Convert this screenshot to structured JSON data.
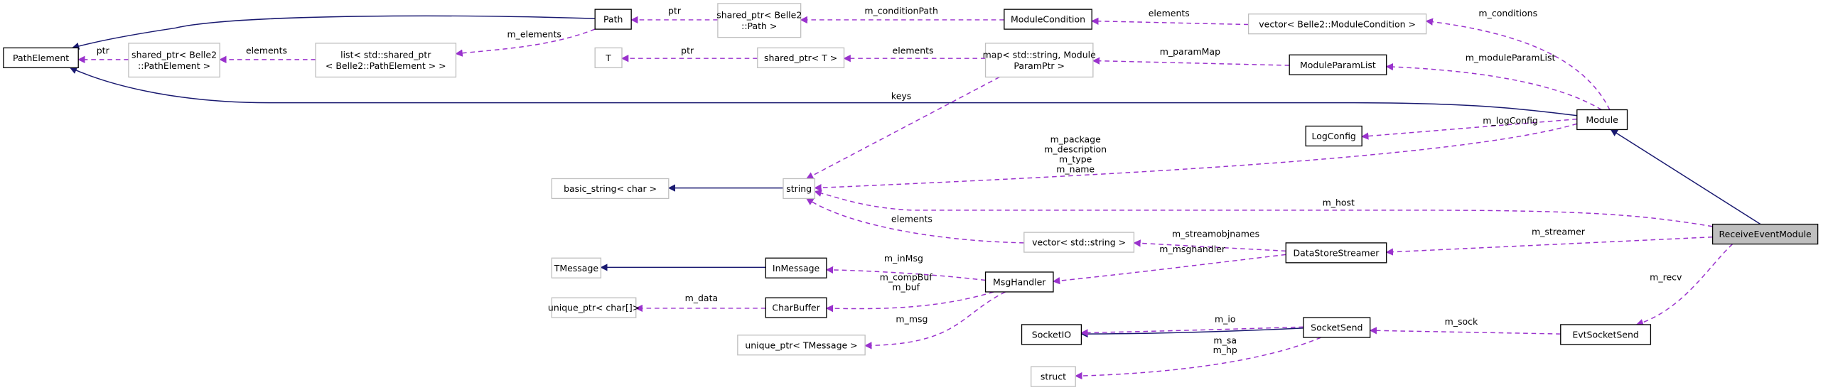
{
  "colors": {
    "inheritance_edge": "#191970",
    "usage_edge": "#9a32cd",
    "documented_border": "#000000",
    "external_border": "#bfbfbf",
    "focus_fill": "#bfbfbf",
    "node_fill": "#ffffff"
  },
  "nodes": [
    {
      "id": "PathElement",
      "label": [
        "PathElement"
      ],
      "kind": "documented"
    },
    {
      "id": "Path",
      "label": [
        "Path"
      ],
      "kind": "documented"
    },
    {
      "id": "sp_Path",
      "label": [
        "shared_ptr< Belle2",
        "::Path >"
      ],
      "kind": "external"
    },
    {
      "id": "ModuleCondition",
      "label": [
        "ModuleCondition"
      ],
      "kind": "documented"
    },
    {
      "id": "vec_MC",
      "label": [
        "vector< Belle2::ModuleCondition >"
      ],
      "kind": "external"
    },
    {
      "id": "sp_PE",
      "label": [
        "shared_ptr< Belle2",
        "::PathElement >"
      ],
      "kind": "external"
    },
    {
      "id": "list_PE",
      "label": [
        "list< std::shared_ptr",
        "< Belle2::PathElement > >"
      ],
      "kind": "external"
    },
    {
      "id": "T",
      "label": [
        "T"
      ],
      "kind": "external"
    },
    {
      "id": "sp_T",
      "label": [
        "shared_ptr< T >"
      ],
      "kind": "external"
    },
    {
      "id": "map",
      "label": [
        "map< std::string, Module",
        "ParamPtr >"
      ],
      "kind": "external"
    },
    {
      "id": "ModuleParamList",
      "label": [
        "ModuleParamList"
      ],
      "kind": "documented"
    },
    {
      "id": "Module",
      "label": [
        "Module"
      ],
      "kind": "documented"
    },
    {
      "id": "LogConfig",
      "label": [
        "LogConfig"
      ],
      "kind": "documented"
    },
    {
      "id": "basic_string",
      "label": [
        "basic_string< char >"
      ],
      "kind": "external"
    },
    {
      "id": "string",
      "label": [
        "string"
      ],
      "kind": "external"
    },
    {
      "id": "ReceiveEventModule",
      "label": [
        "ReceiveEventModule"
      ],
      "kind": "focus"
    },
    {
      "id": "vec_str",
      "label": [
        "vector< std::string >"
      ],
      "kind": "external"
    },
    {
      "id": "DataStoreStreamer",
      "label": [
        "DataStoreStreamer"
      ],
      "kind": "documented"
    },
    {
      "id": "TMessage",
      "label": [
        "TMessage"
      ],
      "kind": "external"
    },
    {
      "id": "InMessage",
      "label": [
        "InMessage"
      ],
      "kind": "documented"
    },
    {
      "id": "MsgHandler",
      "label": [
        "MsgHandler"
      ],
      "kind": "documented"
    },
    {
      "id": "up_char",
      "label": [
        "unique_ptr< char[]>"
      ],
      "kind": "external"
    },
    {
      "id": "CharBuffer",
      "label": [
        "CharBuffer"
      ],
      "kind": "documented"
    },
    {
      "id": "up_TMessage",
      "label": [
        "unique_ptr< TMessage >"
      ],
      "kind": "external"
    },
    {
      "id": "SocketIO",
      "label": [
        "SocketIO"
      ],
      "kind": "documented"
    },
    {
      "id": "SocketSend",
      "label": [
        "SocketSend"
      ],
      "kind": "documented"
    },
    {
      "id": "EvtSocketSend",
      "label": [
        "EvtSocketSend"
      ],
      "kind": "documented"
    },
    {
      "id": "struct",
      "label": [
        "struct"
      ],
      "kind": "external"
    }
  ],
  "edges": [
    {
      "id": "e_path_pe",
      "from": "Path",
      "to": "PathElement",
      "type": "inheritance",
      "label": []
    },
    {
      "id": "e_module_pe",
      "from": "Module",
      "to": "PathElement",
      "type": "inheritance",
      "label": []
    },
    {
      "id": "e_string_bs",
      "from": "string",
      "to": "basic_string",
      "type": "inheritance",
      "label": []
    },
    {
      "id": "e_rem_module",
      "from": "ReceiveEventModule",
      "to": "Module",
      "type": "inheritance",
      "label": []
    },
    {
      "id": "e_inmsg_tmsg",
      "from": "InMessage",
      "to": "TMessage",
      "type": "inheritance",
      "label": []
    },
    {
      "id": "e_ss_sio_inh",
      "from": "SocketSend",
      "to": "SocketIO",
      "type": "inheritance",
      "label": []
    },
    {
      "id": "e_sppe_pe",
      "from": "sp_PE",
      "to": "PathElement",
      "type": "usage",
      "label": [
        "ptr"
      ]
    },
    {
      "id": "e_list_sppe",
      "from": "list_PE",
      "to": "sp_PE",
      "type": "usage",
      "label": [
        "elements"
      ]
    },
    {
      "id": "e_path_list",
      "from": "Path",
      "to": "list_PE",
      "type": "usage",
      "label": [
        "m_elements"
      ]
    },
    {
      "id": "e_sppath_path",
      "from": "sp_Path",
      "to": "Path",
      "type": "usage",
      "label": [
        "ptr"
      ]
    },
    {
      "id": "e_mc_sppath",
      "from": "ModuleCondition",
      "to": "sp_Path",
      "type": "usage",
      "label": [
        "m_conditionPath"
      ]
    },
    {
      "id": "e_vecmc_mc",
      "from": "vec_MC",
      "to": "ModuleCondition",
      "type": "usage",
      "label": [
        "elements"
      ]
    },
    {
      "id": "e_module_vecmc",
      "from": "Module",
      "to": "vec_MC",
      "type": "usage",
      "label": [
        "m_conditions"
      ]
    },
    {
      "id": "e_spt_t",
      "from": "sp_T",
      "to": "T",
      "type": "usage",
      "label": [
        "ptr"
      ]
    },
    {
      "id": "e_map_spt",
      "from": "map",
      "to": "sp_T",
      "type": "usage",
      "label": [
        "elements"
      ]
    },
    {
      "id": "e_mpl_map",
      "from": "ModuleParamList",
      "to": "map",
      "type": "usage",
      "label": [
        "m_paramMap"
      ]
    },
    {
      "id": "e_module_mpl",
      "from": "Module",
      "to": "ModuleParamList",
      "type": "usage",
      "label": [
        "m_moduleParamList"
      ]
    },
    {
      "id": "e_map_string",
      "from": "map",
      "to": "string",
      "type": "usage",
      "label": [
        "keys"
      ]
    },
    {
      "id": "e_module_log",
      "from": "Module",
      "to": "LogConfig",
      "type": "usage",
      "label": [
        "m_logConfig"
      ]
    },
    {
      "id": "e_module_string",
      "from": "Module",
      "to": "string",
      "type": "usage",
      "label": [
        "m_package",
        "m_description",
        "m_type",
        "m_name"
      ]
    },
    {
      "id": "e_rem_string",
      "from": "ReceiveEventModule",
      "to": "string",
      "type": "usage",
      "label": [
        "m_host"
      ]
    },
    {
      "id": "e_vecstr_string",
      "from": "vec_str",
      "to": "string",
      "type": "usage",
      "label": [
        "elements"
      ]
    },
    {
      "id": "e_rem_dss",
      "from": "ReceiveEventModule",
      "to": "DataStoreStreamer",
      "type": "usage",
      "label": [
        "m_streamer"
      ]
    },
    {
      "id": "e_dss_vecstr",
      "from": "DataStoreStreamer",
      "to": "vec_str",
      "type": "usage",
      "label": [
        "m_streamobjnames"
      ]
    },
    {
      "id": "e_dss_mh",
      "from": "DataStoreStreamer",
      "to": "MsgHandler",
      "type": "usage",
      "label": [
        "m_msghandler"
      ]
    },
    {
      "id": "e_mh_inmsg",
      "from": "MsgHandler",
      "to": "InMessage",
      "type": "usage",
      "label": [
        "m_inMsg"
      ]
    },
    {
      "id": "e_mh_cb",
      "from": "MsgHandler",
      "to": "CharBuffer",
      "type": "usage",
      "label": [
        "m_compBuf",
        "m_buf"
      ]
    },
    {
      "id": "e_cb_upchar",
      "from": "CharBuffer",
      "to": "up_char",
      "type": "usage",
      "label": [
        "m_data"
      ]
    },
    {
      "id": "e_mh_uptm",
      "from": "MsgHandler",
      "to": "up_TMessage",
      "type": "usage",
      "label": [
        "m_msg"
      ]
    },
    {
      "id": "e_ss_sio",
      "from": "SocketSend",
      "to": "SocketIO",
      "type": "usage",
      "label": [
        "m_io"
      ]
    },
    {
      "id": "e_ss_struct",
      "from": "SocketSend",
      "to": "struct",
      "type": "usage",
      "label": [
        "m_sa",
        "m_hp"
      ]
    },
    {
      "id": "e_ess_ss",
      "from": "EvtSocketSend",
      "to": "SocketSend",
      "type": "usage",
      "label": [
        "m_sock"
      ]
    },
    {
      "id": "e_rem_ess",
      "from": "ReceiveEventModule",
      "to": "EvtSocketSend",
      "type": "usage",
      "label": [
        "m_recv"
      ]
    }
  ]
}
